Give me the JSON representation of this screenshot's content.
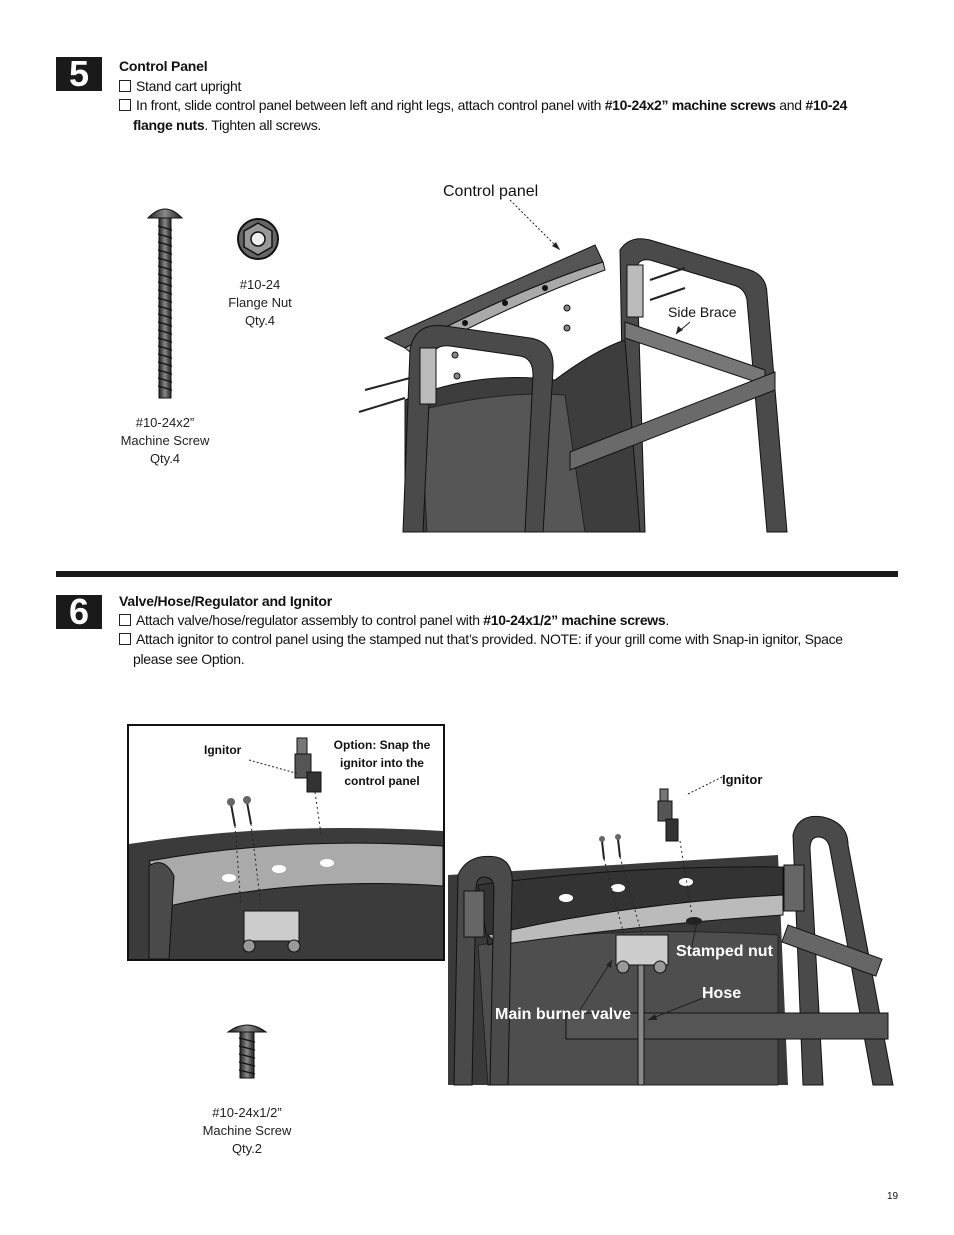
{
  "page_number": "19",
  "step5": {
    "number": "5",
    "title": "Control Panel",
    "line1": "Stand cart upright",
    "line2_a": "In front, slide control panel between left and right legs, attach control panel with ",
    "line2_b": "#10-24x2” machine screws",
    "line2_c": " and ",
    "line2_d": "#10-24",
    "line3_a": "flange  nuts",
    "line3_b": ". Tighten all screws.",
    "callout_control_panel": "Control panel",
    "callout_side_brace": "Side Brace",
    "flange_nut": {
      "name": "#10-24",
      "name2": "Flange Nut",
      "qty": "Qty.4"
    },
    "machine_screw": {
      "name": "#10-24x2”",
      "name2": "Machine Screw",
      "qty": "Qty.4"
    }
  },
  "step6": {
    "number": "6",
    "title": "Valve/Hose/Regulator and Ignitor",
    "line1_a": "Attach valve/hose/regulator assembly to control panel with ",
    "line1_b": "#10-24x1/2” machine screws",
    "line1_c": ".",
    "line2": "Attach ignitor to control panel using the stamped nut that’s provided. NOTE: if your grill come with Snap-in ignitor, Space",
    "line3": "please see Option.",
    "inset_ignitor": "Ignitor",
    "inset_option_1": "Option: Snap the",
    "inset_option_2": "ignitor into the",
    "inset_option_3": "control panel",
    "callout_ignitor": "Ignitor",
    "callout_stamped_nut": "Stamped nut",
    "callout_hose": "Hose",
    "callout_main_valve": "Main burner valve",
    "machine_screw": {
      "name": "#10-24x1/2”",
      "name2": "Machine Screw",
      "qty": "Qty.2"
    }
  }
}
